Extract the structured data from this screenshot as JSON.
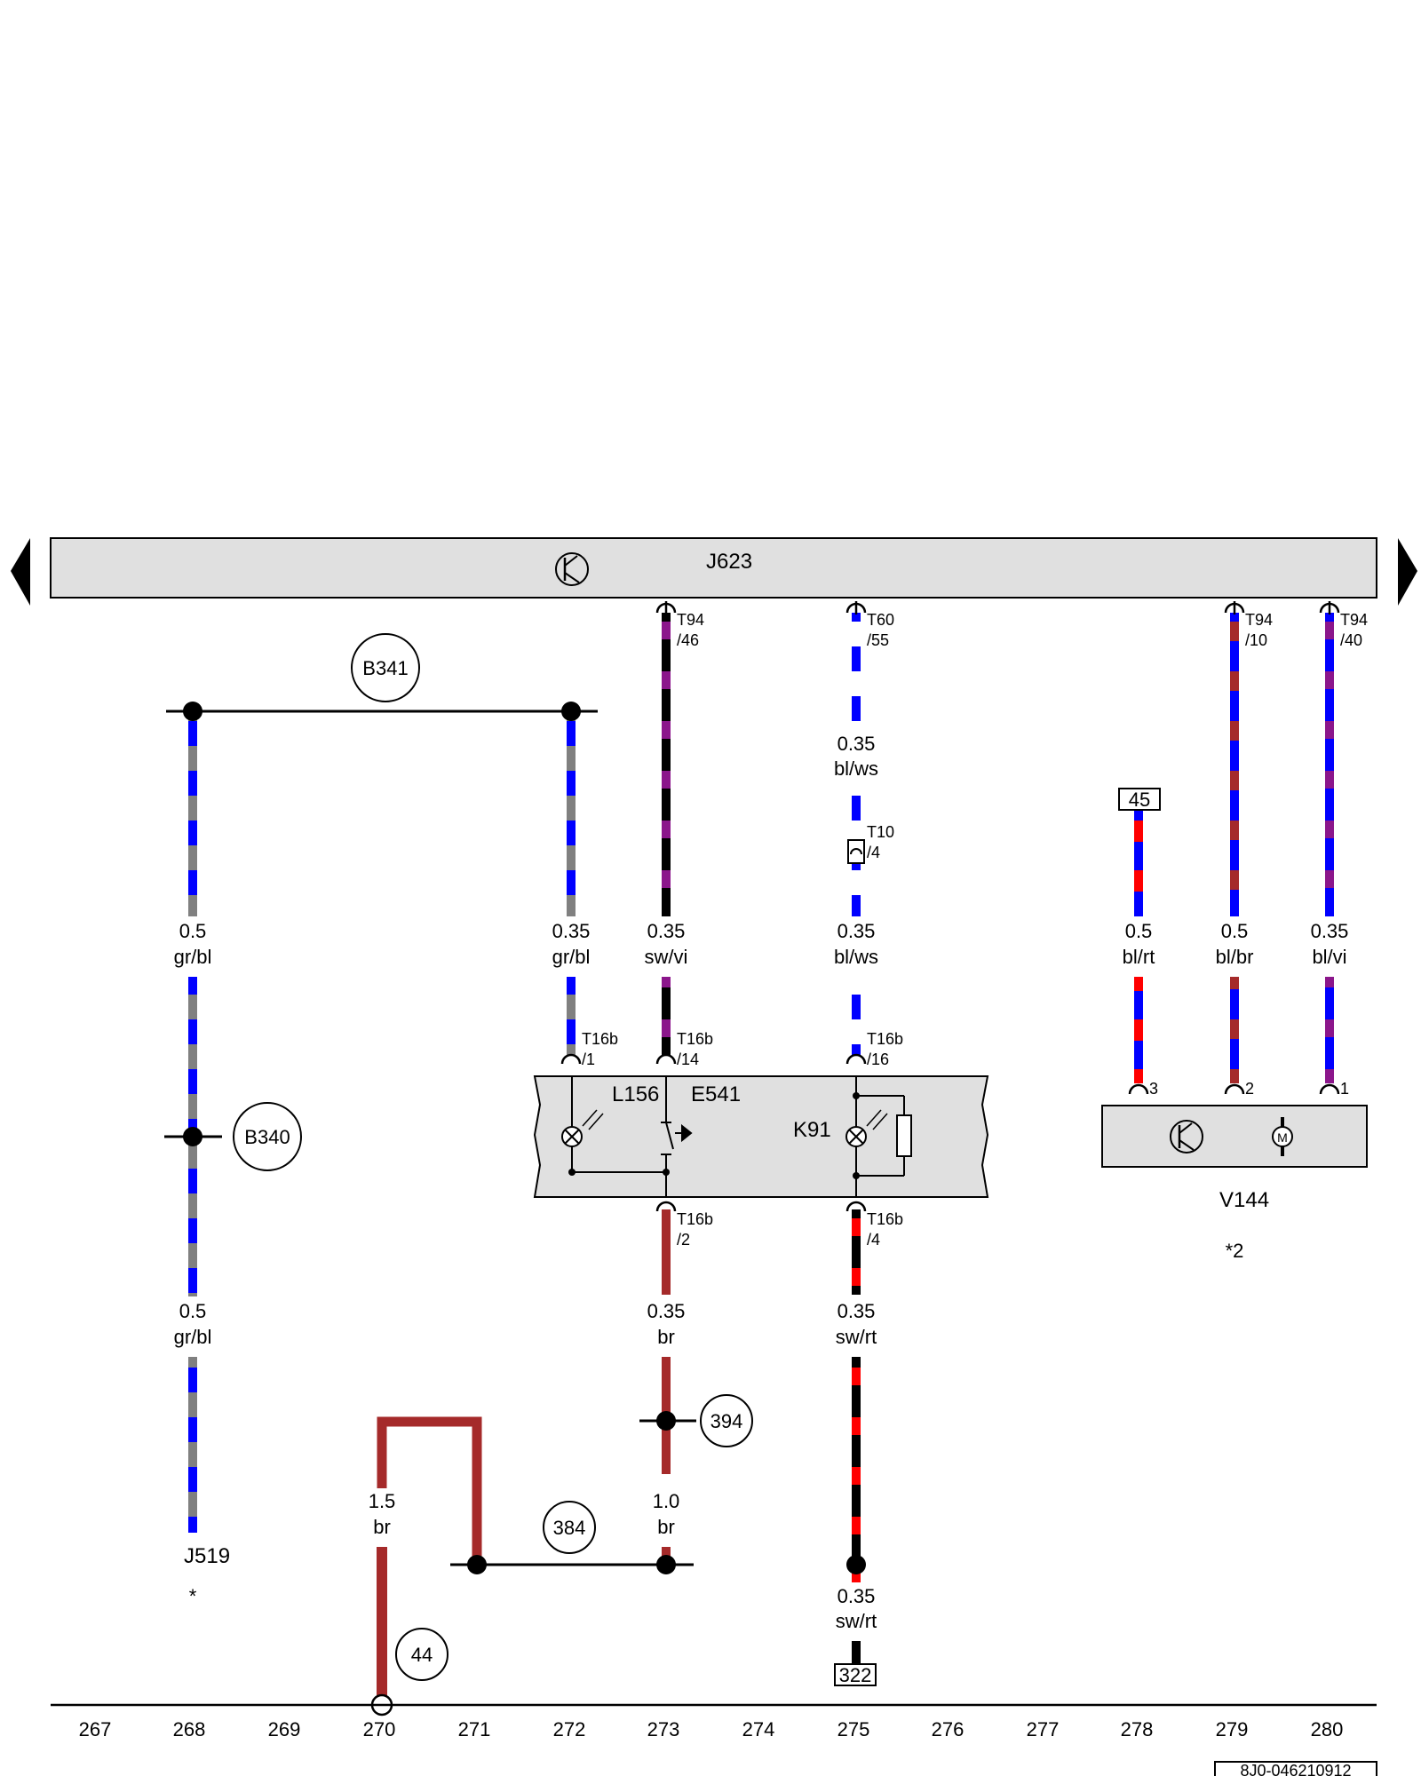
{
  "colors": {
    "gr": "#808080",
    "bl": "#0000ff",
    "sw": "#000000",
    "vi": "#8b168b",
    "ws": "#ffffff",
    "rt": "#ff0000",
    "br": "#a52a2a",
    "panel": "#e0e0e0"
  },
  "icons": {
    "nav_left": "arrow-left-icon",
    "nav_right": "arrow-right-icon",
    "transistor": "transistor-icon",
    "motor": "motor-icon",
    "bulb": "bulb-icon",
    "switch": "switch-icon",
    "resistor": "resistor-icon"
  },
  "components": {
    "J623": "J623",
    "J519": "J519",
    "J519_note": "*",
    "V144": "V144",
    "V144_note": "*2",
    "L156": "L156",
    "E541": "E541",
    "K91": "K91"
  },
  "connectors": {
    "t94_46": [
      "T94",
      "/46"
    ],
    "t60_55": [
      "T60",
      "/55"
    ],
    "t94_10": [
      "T94",
      "/10"
    ],
    "t94_40": [
      "T94",
      "/40"
    ],
    "t10_4": [
      "T10",
      "/4"
    ],
    "t16b_1": [
      "T16b",
      "/1"
    ],
    "t16b_14": [
      "T16b",
      "/14"
    ],
    "t16b_16": [
      "T16b",
      "/16"
    ],
    "t16b_2": [
      "T16b",
      "/2"
    ],
    "t16b_4": [
      "T16b",
      "/4"
    ],
    "v144_3": "3",
    "v144_2": "2",
    "v144_1": "1"
  },
  "wires": {
    "w268_upper": [
      "0.5",
      "gr/bl"
    ],
    "w268_lower": [
      "0.5",
      "gr/bl"
    ],
    "w272": [
      "0.35",
      "gr/bl"
    ],
    "w273_upper": [
      "0.35",
      "sw/vi"
    ],
    "w273_lower": [
      "0.35",
      "br"
    ],
    "w275_top": [
      "0.35",
      "bl/ws"
    ],
    "w275_mid": [
      "0.35",
      "bl/ws"
    ],
    "w275_lower": [
      "0.35",
      "sw/rt"
    ],
    "w275_bottom": [
      "0.35",
      "sw/rt"
    ],
    "w278": [
      "0.5",
      "bl/rt"
    ],
    "w279": [
      "0.5",
      "bl/br"
    ],
    "w280": [
      "0.35",
      "bl/vi"
    ],
    "w270": [
      "1.5",
      "br"
    ],
    "w273_ground": [
      "1.0",
      "br"
    ]
  },
  "junctions": {
    "b341": "B341",
    "b340": "B340",
    "j394": "394",
    "j384": "384",
    "j44": "44"
  },
  "references": {
    "ref45": "45",
    "ref322": "322"
  },
  "columns": [
    "267",
    "268",
    "269",
    "270",
    "271",
    "272",
    "273",
    "274",
    "275",
    "276",
    "277",
    "278",
    "279",
    "280"
  ],
  "doc_number": "8J0-046210912"
}
